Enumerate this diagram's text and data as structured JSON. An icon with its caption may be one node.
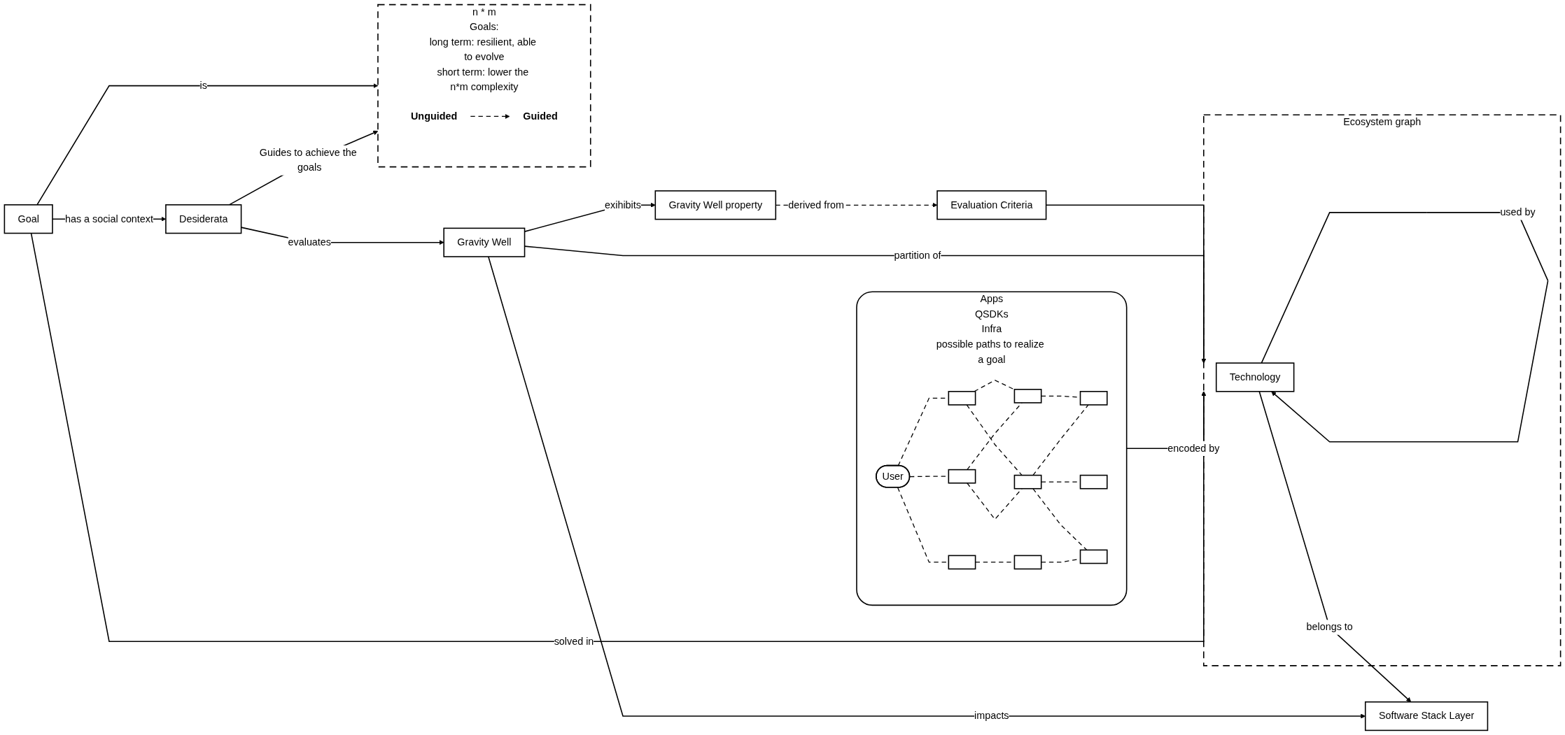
{
  "diagram": {
    "nodes": [
      {
        "text": [
          "Evaluation Criteria"
        ]
      },
      {
        "text": [
          "Gravity Well property"
        ]
      },
      {
        "text": [
          "Apps",
          "QSDKs",
          "Infra",
          "possible paths to realize a goal"
        ]
      },
      {
        "text": [
          "User"
        ],
        "in": 2
      },
      {
        "text": [],
        "shape": "box",
        "in": 2
      },
      {
        "text": [],
        "shape": "box",
        "in": 2
      },
      {
        "text": [],
        "shape": "box",
        "in": 2
      },
      {
        "text": [],
        "shape": "box",
        "in": 2
      },
      {
        "text": [],
        "shape": "box",
        "in": 2
      },
      {
        "text": [],
        "shape": "box",
        "in": 2
      },
      {
        "text": [],
        "shape": "box",
        "in": 2
      },
      {
        "text": [],
        "shape": "box",
        "in": 2
      },
      {
        "text": [],
        "shape": "box",
        "in": 2
      },
      {
        "text": [
          "Gravity Well"
        ]
      },
      {
        "text": [
          "Ecosystem graph"
        ]
      },
      {
        "text": [
          "Technology"
        ],
        "in": 14
      },
      {
        "text": [
          "Software Stack Layer"
        ]
      },
      {
        "text": [
          "Desiderata"
        ]
      },
      {
        "text": [
          "Goal"
        ]
      },
      {
        "text": [
          "n * m",
          "Goals:",
          "long term: resilient, able to evolve",
          "short term: lower the n*m complexity"
        ]
      },
      {
        "text": [
          "Unguided"
        ],
        "in": 19
      },
      {
        "text": [
          "Guided"
        ],
        "in": 19
      }
    ],
    "edges": [
      {
        "from": 1,
        "to": 0,
        "arrow": "to",
        "label": "derived from",
        "style": "dashed"
      },
      {
        "from": 13,
        "to": 1,
        "arrow": "to",
        "label": "exihibits"
      },
      {
        "from": 0,
        "to": 14,
        "arrow": "to"
      },
      {
        "from": 13,
        "to": 14,
        "arrow": "to",
        "label": "partition of"
      },
      {
        "from": 17,
        "to": 13,
        "arrow": "to",
        "label": "evaluates"
      },
      {
        "from": 13,
        "to": 16,
        "arrow": "to",
        "label": "impacts"
      },
      {
        "from": 2,
        "to": 14,
        "arrow": "to",
        "label": "encoded by"
      },
      {
        "from": 15,
        "to": 15,
        "arrow": "to",
        "label": "used by"
      },
      {
        "from": 15,
        "to": 16,
        "arrow": "to",
        "label": "belongs to"
      },
      {
        "from": 18,
        "to": 14,
        "arrow": "to",
        "label": "solved in"
      },
      {
        "from": 18,
        "to": 17,
        "arrow": "to",
        "label": "has a social context"
      },
      {
        "from": 18,
        "to": 19,
        "arrow": "to",
        "label": "is"
      },
      {
        "from": 17,
        "to": 19,
        "arrow": "to",
        "label": "Guides to achieve the goals"
      },
      {
        "from": 20,
        "to": 21,
        "arrow": "to",
        "style": "dashed"
      },
      {
        "from": 3,
        "to": 4,
        "arrow": "none",
        "style": "dashed"
      },
      {
        "from": 3,
        "to": 7,
        "arrow": "none",
        "style": "dashed"
      },
      {
        "from": 3,
        "to": 10,
        "arrow": "none",
        "style": "dashed"
      },
      {
        "from": 4,
        "to": 5,
        "arrow": "none",
        "style": "dashed"
      },
      {
        "from": 4,
        "to": 8,
        "arrow": "none",
        "style": "dashed"
      },
      {
        "from": 7,
        "to": 5,
        "arrow": "none",
        "style": "dashed"
      },
      {
        "from": 7,
        "to": 8,
        "arrow": "none",
        "style": "dashed"
      },
      {
        "from": 10,
        "to": 11,
        "arrow": "none",
        "style": "dashed"
      },
      {
        "from": 5,
        "to": 6,
        "arrow": "none",
        "style": "dashed"
      },
      {
        "from": 8,
        "to": 6,
        "arrow": "none",
        "style": "dashed"
      },
      {
        "from": 8,
        "to": 9,
        "arrow": "none",
        "style": "dashed"
      },
      {
        "from": 8,
        "to": 12,
        "arrow": "none",
        "style": "dashed"
      },
      {
        "from": 11,
        "to": 12,
        "arrow": "none",
        "style": "dashed"
      }
    ]
  }
}
